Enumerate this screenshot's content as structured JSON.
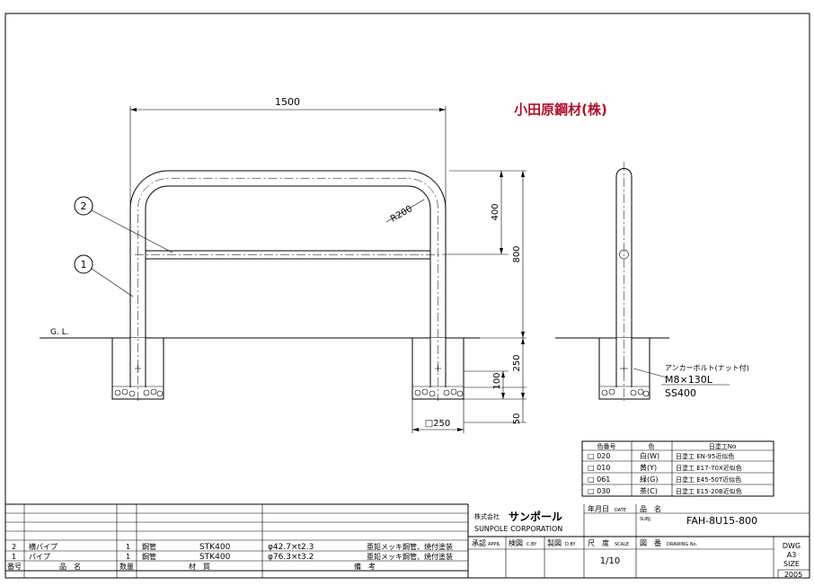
{
  "company_name": "小田原鋼材(株)",
  "front_view": {
    "width_dim": "1500",
    "radius_label": "R200",
    "dim_upper": "400",
    "dim_height": "800",
    "dim_embed": "250",
    "dim_100": "100",
    "dim_50": "50",
    "foundation_label": "□250",
    "ground_label": "G. L.",
    "balloon_1": "1",
    "balloon_2": "2"
  },
  "side_view": {
    "anchor_title": "アンカーボルト(ナット付)",
    "anchor_size": "M8×130L",
    "anchor_material": "SS400"
  },
  "color_table": {
    "headers": [
      "色番号",
      "色",
      "日塗工No"
    ],
    "rows": [
      {
        "code": "□ 020",
        "color": "白(W)",
        "ref": "日塗工 EN-95近似色"
      },
      {
        "code": "□ 010",
        "color": "黄(Y)",
        "ref": "日塗工 E17-70X近似色"
      },
      {
        "code": "□ 061",
        "color": "緑(G)",
        "ref": "日塗工 E45-50T近似色"
      },
      {
        "code": "□ 030",
        "color": "茶(C)",
        "ref": "日塗工 E15-20B近似色"
      }
    ]
  },
  "parts_list": {
    "rows": [
      {
        "no": "2",
        "name": "横パイプ",
        "qty": "1",
        "material": "鋼管",
        "grade": "STK400",
        "spec": "φ42.7×t2.3",
        "note": "亜鉛メッキ鋼管、焼付塗装"
      },
      {
        "no": "1",
        "name": "パイプ",
        "qty": "1",
        "material": "鋼管",
        "grade": "STK400",
        "spec": "φ76.3×t3.2",
        "note": "亜鉛メッキ鋼管、焼付塗装"
      }
    ],
    "headers": {
      "no": "番号",
      "name": "品　名",
      "qty": "数量",
      "material": "材　質",
      "note": "備　考"
    }
  },
  "title_block": {
    "company_prefix": "株式会社",
    "company_name": "サンポール",
    "company_en": "SUNPOLE CORPORATION",
    "date_label": "年月日",
    "date_label_en": "DATE",
    "subj_label": "品　名",
    "subj_label_en": "SUBJ.",
    "drawing_title": "FAH-8U15-800",
    "appr_label": "承認",
    "appr_label_en": "APPR.",
    "check_label": "検図",
    "check_label_en": "C.BY",
    "draw_label": "製図",
    "draw_label_en": "D.BY",
    "scale_label": "尺　度",
    "scale_label_en": "SCALE",
    "scale_value": "1/10",
    "drawing_no_label": "図　番",
    "drawing_no_label_en": "DRAWING No.",
    "dwg_label": "DWG",
    "dwg_size": "A3",
    "size_label": "SIZE",
    "year": "2005"
  }
}
